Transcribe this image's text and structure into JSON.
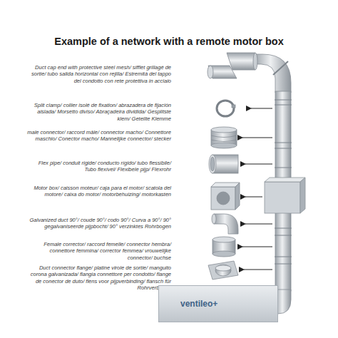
{
  "diagram": {
    "title": "Example of a network with a remote motor box",
    "nodes": [
      {
        "text": [
          "ventileo+"
        ]
      }
    ],
    "labels": [
      "Duct cap end with protective steel mesh/ sifflet grillagé de sortie/ tubo salida horizontal con rejilla/ Estremità del tappo del condotto con rete protettiva in acciaio",
      "Split clamp/ collier isolé de fixation/ abrazadera de fijación aislada/ Morsetto diviso/ Abraçadeira dividida/ Gesplitste klem/ Geteilte Klemme",
      "male connector/ raccord mâle/ connector macho/ Connettore maschio/ Conector macho/ Mannelijke connector/ stecker",
      "Flex pipe/ conduit rigide/ conducto rígido/ tubo flessibile/ Tubo flexível/ Flexibele pijp/ Flexrohr",
      "Motor box/ caisson moteur/ caja para el motor/ scatola del motore/ caixa do motor/ motorbehuizing/ motorkasten",
      "Galvanized duct 90°/ coude 90°/ codo 90°/ Curva a 90°/ 90° gegalvaniseerde pijpbocht/ 90° verzinktes Rohrbogen",
      "Female corrector/ raccord femelle/ connector hembra/ connettore femmina/ corrector femmea/ vrouwelijke connector/ buchse",
      "Duct connector flange/ platine virole de sortie/ manguito corona galvanizada/ flangia connettore per condotto/ flange de conector de duto/ flens voor pijpverbinding/ flansch für Rohrverbinder"
    ]
  }
}
